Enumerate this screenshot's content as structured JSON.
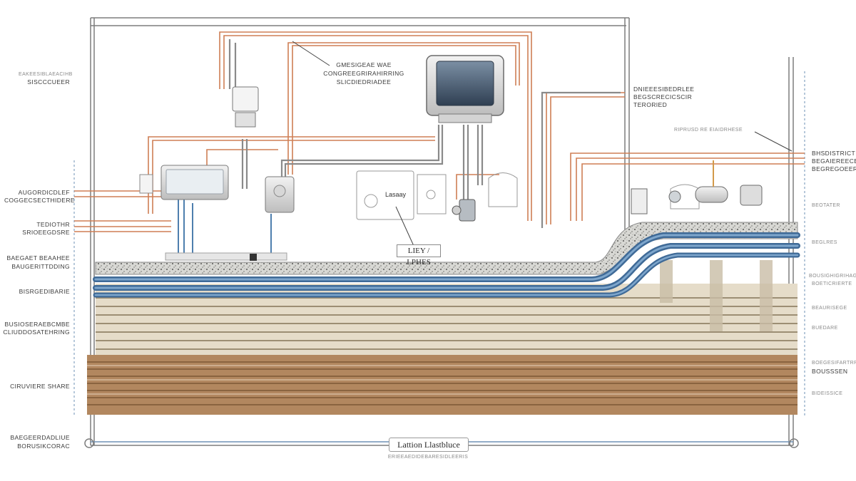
{
  "labels_left": [
    {
      "id": "l1",
      "text": "EAKEESIBLAEACIHB"
    },
    {
      "id": "l2",
      "text": "SISCCCUEER"
    },
    {
      "id": "l3",
      "text": "AUGORDICDLEF"
    },
    {
      "id": "l4",
      "text": "COGGECSECTHIDERE"
    },
    {
      "id": "l5",
      "text": "TEDIOTHR"
    },
    {
      "id": "l6",
      "text": "SRIOEEGDSRE"
    },
    {
      "id": "l7",
      "text": "BAEGAET BEAAHEE"
    },
    {
      "id": "l8",
      "text": "BAUGERITTDDING"
    },
    {
      "id": "l9",
      "text": "BISRGEDIBARIE"
    },
    {
      "id": "l10",
      "text": "BUSIOSERAEBCMBE"
    },
    {
      "id": "l11",
      "text": "CLIUDDOSATEHRING"
    },
    {
      "id": "l12",
      "text": "CIRUVIERE SHARE"
    },
    {
      "id": "l13",
      "text": "BAEGEERDADLIUE"
    },
    {
      "id": "l14",
      "text": "BORUSIKCORAC"
    }
  ],
  "labels_top": [
    {
      "id": "t1",
      "text": "GMESIGEAE WAE"
    },
    {
      "id": "t2",
      "text": "CONGREEGRIRAHIRRING"
    },
    {
      "id": "t3",
      "text": "SLICDIEDRIADEE"
    }
  ],
  "labels_right_upper": [
    {
      "id": "r1",
      "text": "DNIEEESIBEDRLEE"
    },
    {
      "id": "r2",
      "text": "BEGSCRECICSCIR"
    },
    {
      "id": "r3",
      "text": "TERORIED"
    },
    {
      "id": "r4",
      "text": "RIPRUSD RE EIAIDRHESE"
    }
  ],
  "labels_right": [
    {
      "id": "rr1",
      "text": "BHSDISTRICT"
    },
    {
      "id": "rr2",
      "text": "BEGAIEREECE"
    },
    {
      "id": "rr3",
      "text": "BEGREGOEER"
    },
    {
      "id": "rr4",
      "text": "BEOTATER"
    },
    {
      "id": "rr5",
      "text": "BEGLRES"
    },
    {
      "id": "rr6",
      "text": "BOUSIGHIGRIHAGE"
    },
    {
      "id": "rr7",
      "text": "BOETICRIERTE"
    },
    {
      "id": "rr8",
      "text": "BEAURISEGE"
    },
    {
      "id": "rr9",
      "text": "BUEDARE"
    },
    {
      "id": "rr10",
      "text": "BOEGESIFARTRR"
    },
    {
      "id": "rr11",
      "text": "BOUSSSEN"
    },
    {
      "id": "rr12",
      "text": "BIDEISSICE"
    }
  ],
  "panel_label": "Lasaay",
  "callout_label": "LIEY / LPHES",
  "footer_title": "Lattion Llastbluce",
  "footer_caption": "ERIEEAEDIDEBARESIDLEERIS"
}
